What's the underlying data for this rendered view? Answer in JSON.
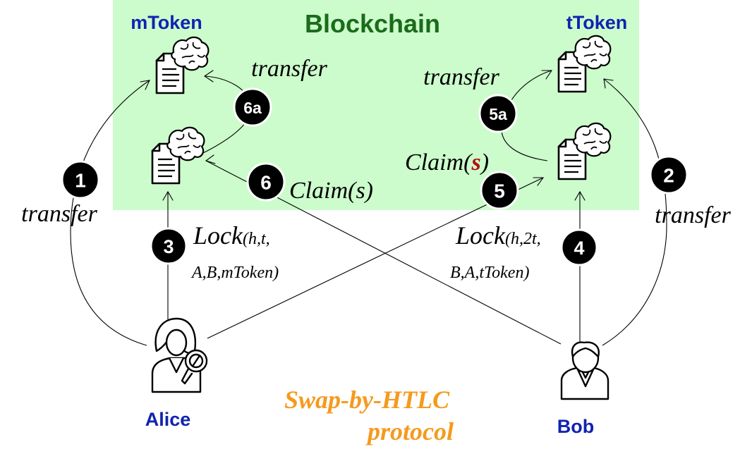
{
  "blockchain": {
    "title": "Blockchain",
    "color": "#ccfccc",
    "title_color": "#1b6b1b"
  },
  "tokens": {
    "mtoken": "mToken",
    "ttoken": "tToken",
    "color": "#1023b0"
  },
  "parties": {
    "alice": "Alice",
    "bob": "Bob",
    "color": "#1023b0"
  },
  "steps": [
    {
      "badge": "1",
      "label": "transfer"
    },
    {
      "badge": "2",
      "label": "transfer"
    },
    {
      "badge": "3",
      "label_main": "Lock",
      "label_args": "(h,t,",
      "label_args2": "A,B,mToken)"
    },
    {
      "badge": "4",
      "label_main": "Lock",
      "label_args": "(h,2t,",
      "label_args2": "B,A,tToken)"
    },
    {
      "badge": "5",
      "label_prefix": "Claim(",
      "label_secret": "s",
      "label_suffix": ")"
    },
    {
      "badge": "5a",
      "label": "transfer"
    },
    {
      "badge": "6",
      "label": "Claim(s)"
    },
    {
      "badge": "6a",
      "label": "transfer"
    }
  ],
  "secret_color": "#b01010",
  "caption": {
    "line1": "Swap-by-HTLC",
    "line2": "protocol",
    "color": "#f59a1e"
  },
  "icons": {
    "contract": "smart-contract-brain-icon",
    "alice": "woman-detective-icon",
    "bob": "man-avatar-icon"
  }
}
